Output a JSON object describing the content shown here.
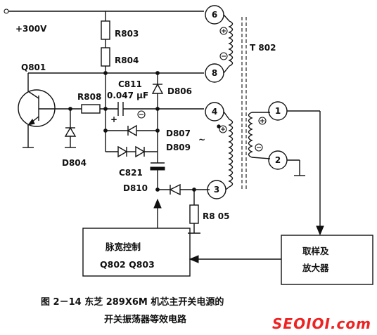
{
  "labels": {
    "vin": "+300V",
    "r803": "R803",
    "r804": "R804",
    "r808": "R808",
    "r805": "R8 05",
    "q801": "Q801",
    "d804": "D804",
    "d806": "D806",
    "d807": "D807",
    "d809": "D809",
    "d810": "D810",
    "c811": "C811",
    "c811_val": "0.047 μF",
    "c821": "C821",
    "t802": "T 802",
    "tilde": "~",
    "pins": [
      "6",
      "8",
      "4",
      "3",
      "1",
      "2"
    ]
  },
  "boxes": {
    "pwm_line1": "脉宽控制",
    "pwm_line2": "Q802  Q803",
    "amp_line1": "取样及",
    "amp_line2": "放大器"
  },
  "caption": {
    "line1": "图 2－14   东芝 289X6M 机芯主开关电源的",
    "line2": "开关振荡器等效电路"
  },
  "watermark": "SEOIOI.com"
}
